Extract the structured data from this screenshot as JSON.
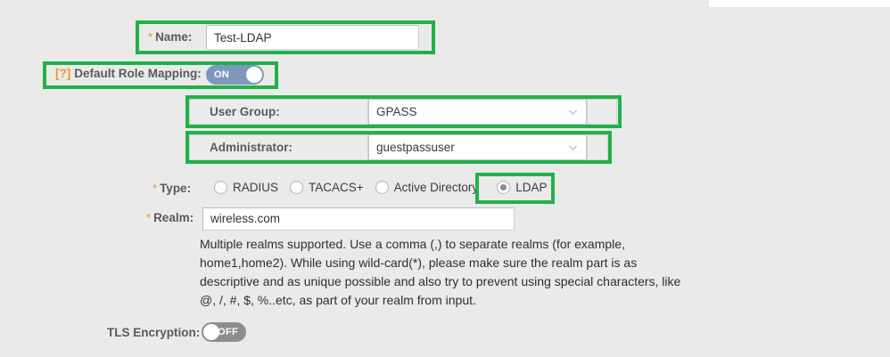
{
  "form": {
    "name_row": {
      "required_marker": "*",
      "label": "Name:",
      "value": "Test-LDAP",
      "highlighted": true
    },
    "default_role_mapping_row": {
      "help_marker": "[?]",
      "label": "Default Role Mapping:",
      "toggle_state": "ON",
      "highlighted": true
    },
    "user_group_row": {
      "label": "User Group:",
      "selected": "GPASS",
      "icon": "chevron-down-icon",
      "highlighted": true
    },
    "administrator_row": {
      "label": "Administrator:",
      "selected": "guestpassuser",
      "icon": "chevron-down-icon",
      "highlighted": true
    },
    "type_row": {
      "required_marker": "*",
      "label": "Type:",
      "options": [
        {
          "label": "RADIUS",
          "checked": false
        },
        {
          "label": "TACACS+",
          "checked": false
        },
        {
          "label": "Active Directory",
          "checked": false
        },
        {
          "label": "LDAP",
          "checked": true
        }
      ],
      "highlighted_option": "LDAP"
    },
    "realm_row": {
      "required_marker": "*",
      "label": "Realm:",
      "value": "wireless.com",
      "help": "Multiple realms supported. Use a comma (,) to separate realms (for example, home1,home2). While using wild-card(*), please make sure the realm part is as descriptive and as unique possible and also try to prevent using special characters, like @, /, #, $, %..etc, as part of your realm from input."
    },
    "tls_encryption_row": {
      "label": "TLS Encryption:",
      "toggle_state": "OFF"
    }
  },
  "colors": {
    "highlight": "#21b14b",
    "required": "#f0932b",
    "toggle_on": "#7f97bb",
    "toggle_off": "#8d8d8d",
    "background": "#eaeaea"
  }
}
